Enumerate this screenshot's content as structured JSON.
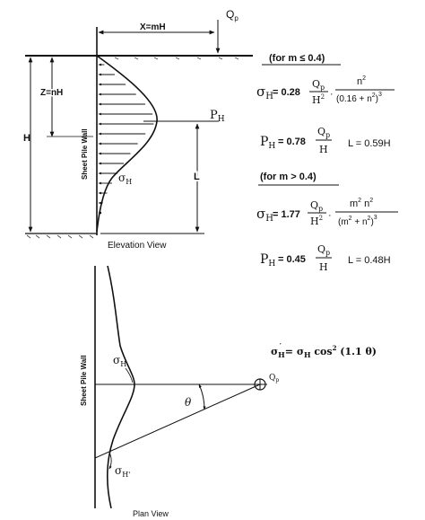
{
  "elevation": {
    "x_label": "X=mH",
    "q_label": "Q",
    "q_sub": "p",
    "z_label": "Z=nH",
    "h_label": "H",
    "wall_label": "Sheet Pile Wall",
    "ph_label": "P",
    "ph_sub": "H",
    "sigma_label": "σ",
    "sigma_sub": "H",
    "l_label": "L",
    "caption": "Elevation View"
  },
  "equations": {
    "case1_condition": "(for m ≤ 0.4)",
    "case1_sigma_lhs": "σ",
    "case1_sigma_lhs_sub": "H",
    "case1_sigma_coef": "= 0.28",
    "case1_sigma_frac_num": "Q",
    "case1_sigma_frac_num_sub": "p",
    "case1_sigma_frac_den": "H",
    "case1_sigma_frac_den_sup": "2",
    "case1_sigma_n2": "n",
    "case1_sigma_n2_sup": "2",
    "case1_sigma_den": "(0.16 + n",
    "case1_sigma_den_sup": "2",
    "case1_sigma_den_close": ")",
    "case1_sigma_den_pow": "3",
    "case1_p_lhs": "P",
    "case1_p_lhs_sub": "H",
    "case1_p_coef": "= 0.78",
    "case1_p_frac_num": "Q",
    "case1_p_frac_num_sub": "p",
    "case1_p_frac_den": "H",
    "case1_l": "L = 0.59H",
    "case2_condition": "(for m > 0.4)",
    "case2_sigma_lhs": "σ",
    "case2_sigma_lhs_sub": "H",
    "case2_sigma_coef": "= 1.77",
    "case2_sigma_frac_num": "Q",
    "case2_sigma_frac_num_sub": "p",
    "case2_sigma_frac_den": "H",
    "case2_sigma_frac_den_sup": "2",
    "case2_sigma_m2n2": "m",
    "case2_sigma_m2n2_sup1": "2",
    "case2_sigma_m2n2_mid": " n",
    "case2_sigma_m2n2_sup2": "2",
    "case2_sigma_den": "(m",
    "case2_sigma_den_sup1": "2",
    "case2_sigma_den_mid": " + n",
    "case2_sigma_den_sup2": "2",
    "case2_sigma_den_close": ")",
    "case2_sigma_den_pow": "3",
    "case2_p_lhs": "P",
    "case2_p_lhs_sub": "H",
    "case2_p_coef": "= 0.45",
    "case2_p_frac_num": "Q",
    "case2_p_frac_num_sub": "p",
    "case2_p_frac_den": "H",
    "case2_l": "L = 0.48H"
  },
  "plan": {
    "equation_lhs": "σ",
    "equation_lhs_sub": "H",
    "equation_rhs": "= σ",
    "equation_rhs_sub": "H",
    "equation_cos": " cos",
    "equation_cos_sup": "2",
    "equation_arg": " (1.1 θ)",
    "wall_label": "Sheet Pile Wall",
    "sigma_label": "σ",
    "sigma_sub": "H",
    "theta_label": "θ",
    "sigma2_label": "σ",
    "sigma2_sub": "H'",
    "q_label": "Q",
    "q_sub": "p",
    "caption": "Plan View"
  }
}
